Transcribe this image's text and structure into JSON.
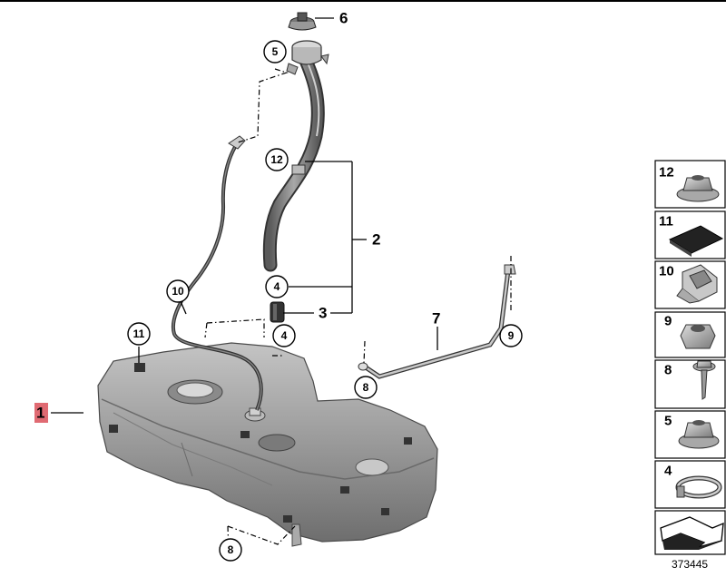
{
  "callouts": {
    "c5_top": "5",
    "c12": "12",
    "c4_mid": "4",
    "c10": "10",
    "c11": "11",
    "c4_low": "4",
    "c8_right": "8",
    "c9": "9",
    "c8_bottom": "8"
  },
  "labels": {
    "l1": "1",
    "l2": "2",
    "l3": "3",
    "l6": "6",
    "l7": "7"
  },
  "legend": {
    "items": [
      {
        "number": "12",
        "icon": "flange-nut-icon"
      },
      {
        "number": "11",
        "icon": "foam-pad-icon"
      },
      {
        "number": "10",
        "icon": "clip-icon"
      },
      {
        "number": "9",
        "icon": "hex-nut-icon"
      },
      {
        "number": "8",
        "icon": "bolt-icon"
      },
      {
        "number": "5",
        "icon": "flange-nut-icon"
      },
      {
        "number": "4",
        "icon": "hose-clamp-icon"
      },
      {
        "number": "",
        "icon": "arrow-icon"
      }
    ]
  },
  "reference_number": "373445",
  "colors": {
    "highlight": "#e06a72",
    "tank": "#9a9a9a",
    "pipe": "#6f6f6f"
  }
}
